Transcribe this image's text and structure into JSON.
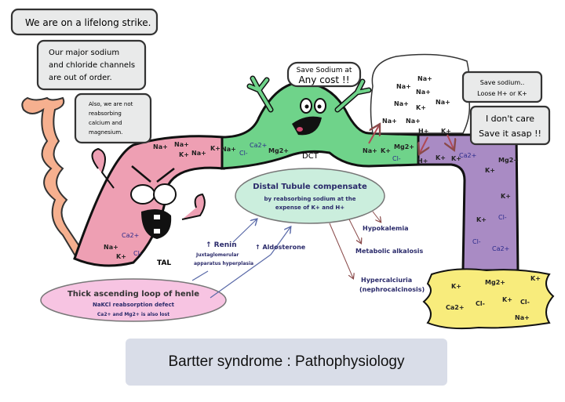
{
  "bubbles": {
    "strike": "We are on a lifelong strike.",
    "channels": [
      "Our major sodium",
      "and chloride channels",
      "are out of order."
    ],
    "calcium": [
      "Also, we are not",
      "reabsorbing",
      "calcium and",
      "magnesium."
    ],
    "dct_shout": [
      "Save Sodium at",
      "Any cost !!"
    ],
    "loose": [
      "Save sodium..",
      "Loose H+ or K+"
    ],
    "dont_care": [
      "I don't care",
      "Save it asap !!"
    ]
  },
  "labels": {
    "tal": "TAL",
    "dct": "DCT"
  },
  "ions": {
    "tal_top": [
      "Na+",
      "Na+",
      "K+",
      "Na+",
      "K+",
      "Na+"
    ],
    "tal_bottom": [
      "Na+",
      "Ca2+",
      "K+",
      "Cl-"
    ],
    "dct": [
      "Cl-",
      "Ca2+",
      "Mg2+",
      "Na+",
      "K+",
      "Mg2+",
      "Cl-"
    ],
    "cloud": [
      "Na+",
      "Na+",
      "Na+",
      "Na+",
      "K+",
      "Na+",
      "Na+",
      "Na+",
      "H+",
      "K+"
    ],
    "collecting": [
      "H+",
      "K+",
      "K+",
      "Ca2+",
      "Mg2+",
      "K+",
      "K+",
      "K+",
      "Cl-",
      "Cl-",
      "Ca2+"
    ],
    "urine": [
      "K+",
      "Mg2+",
      "K+",
      "Ca2+",
      "Cl-",
      "K+",
      "Cl-",
      "Na+"
    ]
  },
  "distal": {
    "title": "Distal Tubule compensate",
    "line1": "by reabsorbing sodium at the",
    "line2": "expense of K+ and H+"
  },
  "tal_box": {
    "title": "Thick ascending loop of henle",
    "line1": "NaKCl reabsorption defect",
    "line2": "Ca2+ and Mg2+ is also lost"
  },
  "renin": {
    "title": "↑ Renin",
    "line1": "Juxtaglomerular",
    "line2": "apparatus hyperplasia"
  },
  "aldosterone": "↑ Aldosterone",
  "effects": [
    "Hypokalemia",
    "Metabolic alkalosis",
    "Hypercalciuria",
    "(nephrocalcinosis)"
  ],
  "title": "Bartter syndrome : Pathophysiology",
  "colors": {
    "tal": "#ee9fb3",
    "dct": "#6fd38a",
    "collecting": "#a98bc4",
    "urine": "#f8ec7c",
    "banner": "#d9dde8"
  }
}
